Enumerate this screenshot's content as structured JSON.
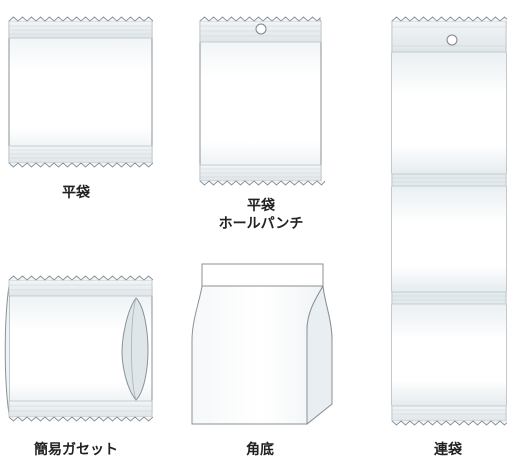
{
  "colors": {
    "outline": "#8a9196",
    "seal_band": "#e6ecef",
    "seal_line": "#bcc4c8",
    "bag_body": "#f4f7f8",
    "label_text": "#222222"
  },
  "bags": [
    {
      "label": "平袋",
      "label_line2": ""
    },
    {
      "label": "平袋",
      "label_line2": "ホールパンチ"
    },
    {
      "label": "連袋",
      "label_line2": ""
    },
    {
      "label": "簡易ガセット",
      "label_line2": ""
    },
    {
      "label": "角底",
      "label_line2": ""
    }
  ]
}
